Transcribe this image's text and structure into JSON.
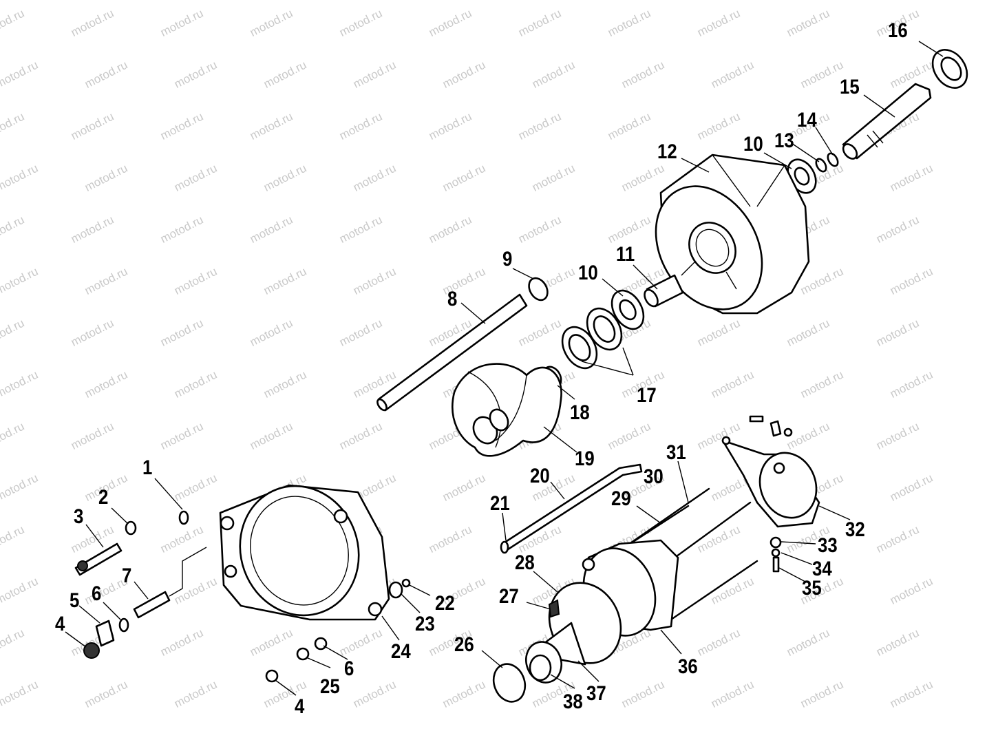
{
  "watermark": "motod.ru",
  "callouts": [
    "1",
    "2",
    "3",
    "4",
    "5",
    "6",
    "7",
    "8",
    "9",
    "10",
    "11",
    "12",
    "13",
    "14",
    "15",
    "16",
    "17",
    "18",
    "19",
    "20",
    "21",
    "22",
    "23",
    "24",
    "25",
    "26",
    "27",
    "28",
    "29",
    "30",
    "31",
    "32",
    "33",
    "34",
    "35",
    "36",
    "37",
    "38"
  ],
  "labels": {
    "l1": "1",
    "l2": "2",
    "l3": "3",
    "l4a": "4",
    "l4b": "4",
    "l5": "5",
    "l6a": "6",
    "l6b": "6",
    "l7": "7",
    "l8": "8",
    "l9": "9",
    "l10a": "10",
    "l10b": "10",
    "l11": "11",
    "l12": "12",
    "l13": "13",
    "l14": "14",
    "l15": "15",
    "l16": "16",
    "l17": "17",
    "l18": "18",
    "l19": "19",
    "l20": "20",
    "l21": "21",
    "l22": "22",
    "l23": "23",
    "l24": "24",
    "l25": "25",
    "l26": "26",
    "l27": "27",
    "l28": "28",
    "l29": "29",
    "l30": "30",
    "l31": "31",
    "l32": "32",
    "l33": "33",
    "l34": "34",
    "l35": "35",
    "l36": "36",
    "l37": "37",
    "l38": "38"
  }
}
